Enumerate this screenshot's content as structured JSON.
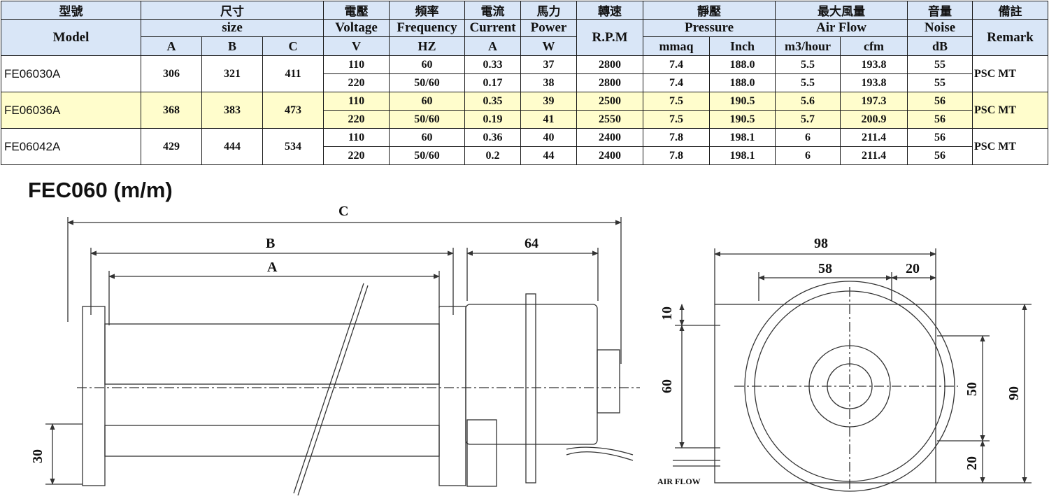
{
  "table": {
    "header_zh": {
      "model": "型號",
      "size": "尺寸",
      "voltage": "電壓",
      "frequency": "頻率",
      "current": "電流",
      "power": "馬力",
      "rpm": "轉速",
      "pressure": "靜壓",
      "airflow": "最大風量",
      "noise": "音量",
      "remark": "備註"
    },
    "header_en": {
      "model": "Model",
      "size": "size",
      "voltage": "Voltage",
      "frequency": "Frequency",
      "current": "Current",
      "power": "Power",
      "rpm": "R.P.M",
      "pressure": "Pressure",
      "airflow": "Air Flow",
      "noise": "Noise",
      "remark": "Remark"
    },
    "header_units": {
      "a": "A",
      "b": "B",
      "c": "C",
      "voltage": "V",
      "frequency": "HZ",
      "current": "A",
      "power": "W",
      "mmaq": "mmaq",
      "inch": "Inch",
      "m3h": "m3/hour",
      "cfm": "cfm",
      "noise": "dB"
    },
    "models": [
      {
        "model": "FE06030A",
        "a": "306",
        "b": "321",
        "c": "411",
        "remark": "PSC MT",
        "rows": [
          {
            "voltage": "110",
            "frequency": "60",
            "current": "0.33",
            "power": "37",
            "rpm": "2800",
            "mmaq": "7.4",
            "inch": "188.0",
            "m3h": "5.5",
            "cfm": "193.8",
            "noise": "55"
          },
          {
            "voltage": "220",
            "frequency": "50/60",
            "current": "0.17",
            "power": "38",
            "rpm": "2800",
            "mmaq": "7.4",
            "inch": "188.0",
            "m3h": "5.5",
            "cfm": "193.8",
            "noise": "55"
          }
        ]
      },
      {
        "model": "FE06036A",
        "a": "368",
        "b": "383",
        "c": "473",
        "remark": "PSC MT",
        "rows": [
          {
            "voltage": "110",
            "frequency": "60",
            "current": "0.35",
            "power": "39",
            "rpm": "2500",
            "mmaq": "7.5",
            "inch": "190.5",
            "m3h": "5.6",
            "cfm": "197.3",
            "noise": "56"
          },
          {
            "voltage": "220",
            "frequency": "50/60",
            "current": "0.19",
            "power": "41",
            "rpm": "2550",
            "mmaq": "7.5",
            "inch": "190.5",
            "m3h": "5.7",
            "cfm": "200.9",
            "noise": "56"
          }
        ]
      },
      {
        "model": "FE06042A",
        "a": "429",
        "b": "444",
        "c": "534",
        "remark": "PSC MT",
        "rows": [
          {
            "voltage": "110",
            "frequency": "60",
            "current": "0.36",
            "power": "40",
            "rpm": "2400",
            "mmaq": "7.8",
            "inch": "198.1",
            "m3h": "6",
            "cfm": "211.4",
            "noise": "56"
          },
          {
            "voltage": "220",
            "frequency": "50/60",
            "current": "0.2",
            "power": "44",
            "rpm": "2400",
            "mmaq": "7.8",
            "inch": "198.1",
            "m3h": "6",
            "cfm": "211.4",
            "noise": "56"
          }
        ]
      }
    ]
  },
  "drawing": {
    "title": "FEC060 (m/m)",
    "side_labels": {
      "c": "C",
      "b": "B",
      "a": "A",
      "motor_len": "64",
      "height_30": "30"
    },
    "end_labels": {
      "width": "98",
      "w58": "58",
      "w20": "20",
      "h10": "10",
      "h60": "60",
      "h50": "50",
      "h90": "90",
      "h20": "20",
      "airflow": "AIR FLOW"
    }
  },
  "colors": {
    "header_bg": "#d9e6f7",
    "highlight_row": "#fffdcc",
    "line": "#333333"
  }
}
